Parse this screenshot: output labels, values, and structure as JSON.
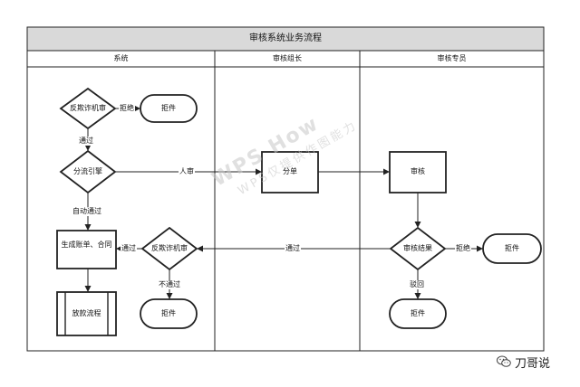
{
  "title": "审核系统业务流程",
  "lanes": {
    "system": "系统",
    "leader": "审核组长",
    "specialist": "审核专员"
  },
  "nodes": {
    "anti_fraud_1": "反欺诈机审",
    "reject_1": "拒件",
    "split_engine": "分流引擎",
    "contract": "生成账单、合同",
    "loan_process": "放款流程",
    "anti_fraud_2": "反欺诈机审",
    "reject_2": "拒件",
    "dispatch": "分单",
    "review": "审核",
    "review_result": "审核结果",
    "reject_3": "拒件",
    "reject_4": "拒件"
  },
  "edges": {
    "refuse_1": "拒绝",
    "pass_1": "通过",
    "manual": "人审",
    "auto_pass": "自动通过",
    "pass_2": "通过",
    "fail": "不通过",
    "pass_3": "通过",
    "refuse_2": "拒绝",
    "reject_back": "驳回"
  },
  "watermark": {
    "main": "WPS How",
    "sub": "WPS仅提供作图能力"
  },
  "footer": {
    "brand": "刀哥说",
    "icon": "wechat-icon"
  }
}
